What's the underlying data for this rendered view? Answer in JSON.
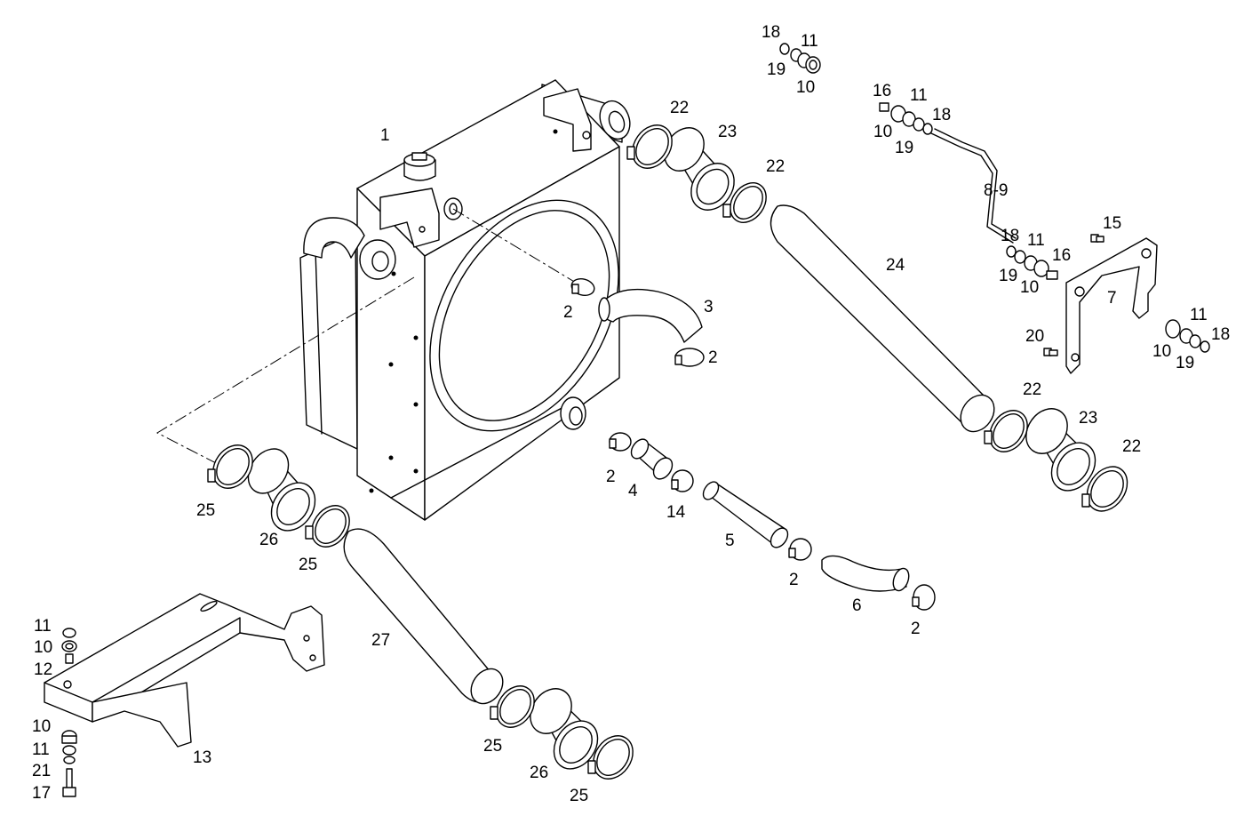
{
  "diagram": {
    "type": "exploded-parts-view",
    "callouts": [
      {
        "id": "c1",
        "text": "1"
      },
      {
        "id": "c2a",
        "text": "2"
      },
      {
        "id": "c2b",
        "text": "2"
      },
      {
        "id": "c2c",
        "text": "2"
      },
      {
        "id": "c2d",
        "text": "2"
      },
      {
        "id": "c2e",
        "text": "2"
      },
      {
        "id": "c3",
        "text": "3"
      },
      {
        "id": "c4",
        "text": "4"
      },
      {
        "id": "c5",
        "text": "5"
      },
      {
        "id": "c6",
        "text": "6"
      },
      {
        "id": "c7",
        "text": "7"
      },
      {
        "id": "c89",
        "text": "8-9"
      },
      {
        "id": "c10a",
        "text": "10"
      },
      {
        "id": "c10b",
        "text": "10"
      },
      {
        "id": "c10c",
        "text": "10"
      },
      {
        "id": "c10d",
        "text": "10"
      },
      {
        "id": "c10e",
        "text": "10"
      },
      {
        "id": "c10f",
        "text": "10"
      },
      {
        "id": "c11a",
        "text": "11"
      },
      {
        "id": "c11b",
        "text": "11"
      },
      {
        "id": "c11c",
        "text": "11"
      },
      {
        "id": "c11d",
        "text": "11"
      },
      {
        "id": "c11e",
        "text": "11"
      },
      {
        "id": "c11f",
        "text": "11"
      },
      {
        "id": "c12",
        "text": "12"
      },
      {
        "id": "c13",
        "text": "13"
      },
      {
        "id": "c14",
        "text": "14"
      },
      {
        "id": "c15",
        "text": "15"
      },
      {
        "id": "c16a",
        "text": "16"
      },
      {
        "id": "c16b",
        "text": "16"
      },
      {
        "id": "c17",
        "text": "17"
      },
      {
        "id": "c18a",
        "text": "18"
      },
      {
        "id": "c18b",
        "text": "18"
      },
      {
        "id": "c18c",
        "text": "18"
      },
      {
        "id": "c18d",
        "text": "18"
      },
      {
        "id": "c19a",
        "text": "19"
      },
      {
        "id": "c19b",
        "text": "19"
      },
      {
        "id": "c19c",
        "text": "19"
      },
      {
        "id": "c19d",
        "text": "19"
      },
      {
        "id": "c20",
        "text": "20"
      },
      {
        "id": "c21",
        "text": "21"
      },
      {
        "id": "c22a",
        "text": "22"
      },
      {
        "id": "c22b",
        "text": "22"
      },
      {
        "id": "c22c",
        "text": "22"
      },
      {
        "id": "c22d",
        "text": "22"
      },
      {
        "id": "c23a",
        "text": "23"
      },
      {
        "id": "c23b",
        "text": "23"
      },
      {
        "id": "c24",
        "text": "24"
      },
      {
        "id": "c25a",
        "text": "25"
      },
      {
        "id": "c25b",
        "text": "25"
      },
      {
        "id": "c25c",
        "text": "25"
      },
      {
        "id": "c25d",
        "text": "25"
      },
      {
        "id": "c26a",
        "text": "26"
      },
      {
        "id": "c26b",
        "text": "26"
      },
      {
        "id": "c27",
        "text": "27"
      }
    ]
  }
}
